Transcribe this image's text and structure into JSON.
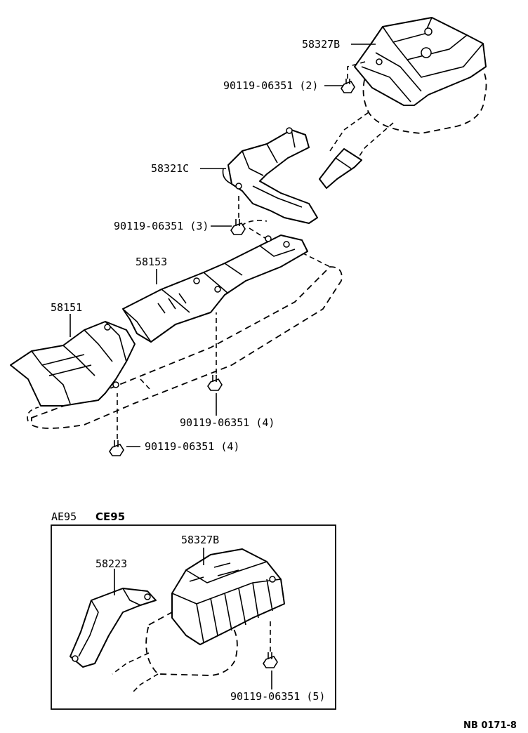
{
  "parts": {
    "heat_insulator_rear_top": "58327B",
    "bolt_rear_top": "90119-06351 (2)",
    "heat_insulator_center": "58321C",
    "bolt_center": "90119-06351 (3)",
    "heat_insulator_front_upper": "58153",
    "heat_insulator_front_lower": "58151",
    "bolt_front_upper": "90119-06351 (4)",
    "bolt_front_lower": "90119-06351 (4)"
  },
  "inset": {
    "model_a": "AE95",
    "model_b": "CE95",
    "heat_insulator_rear": "58327B",
    "heat_insulator_side": "58223",
    "bolt_rear": "90119-06351 (5)"
  },
  "footer": {
    "code": "NB  0171-8"
  }
}
